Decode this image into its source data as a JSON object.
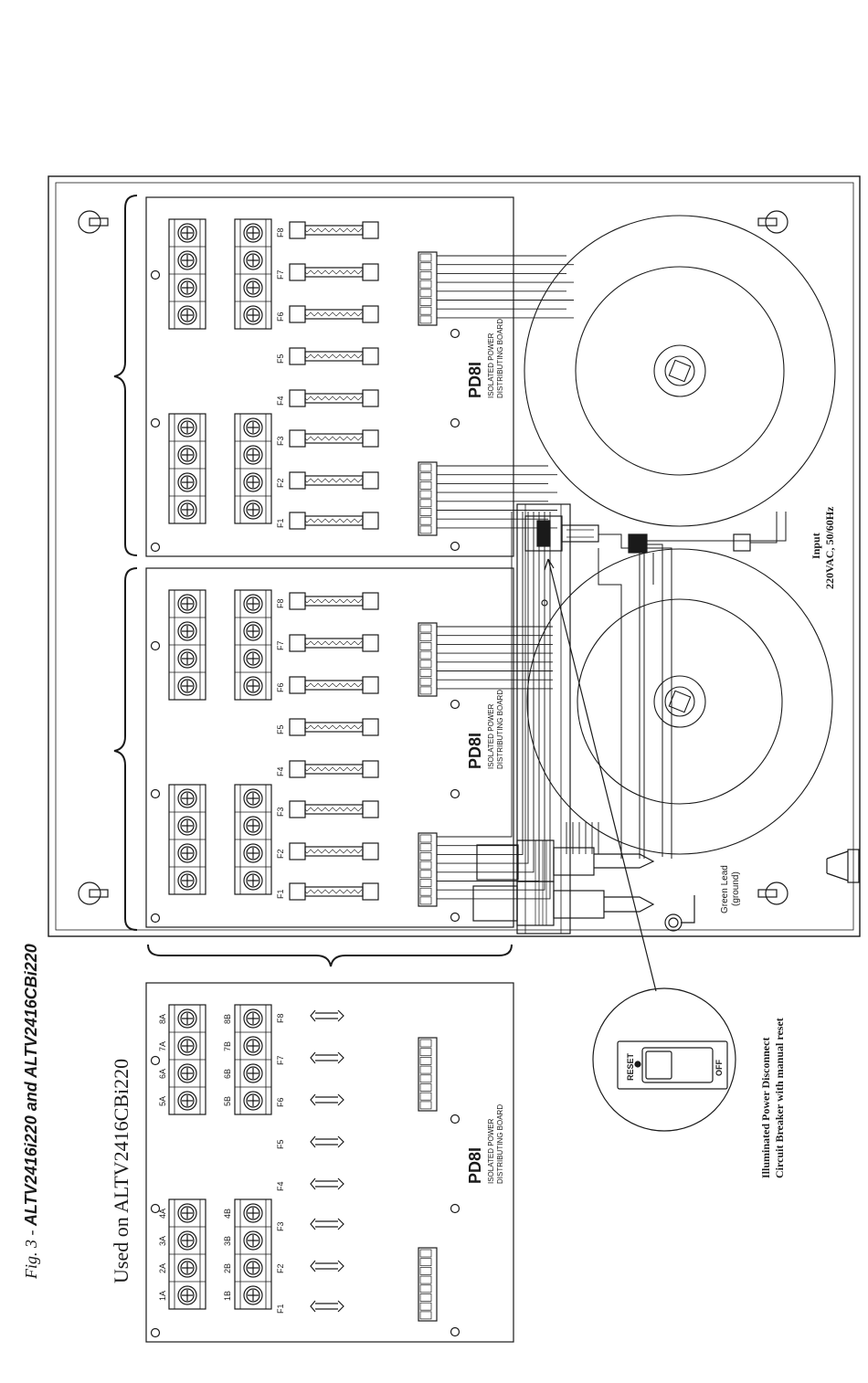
{
  "caption": {
    "prefix": "Fig. 3 - ",
    "models": "ALTV2416i220 and ALTV2416CBi220"
  },
  "used_on": "Used on ALTV2416CBi220",
  "board": {
    "name": "PD8I",
    "line1": "ISOLATED POWER",
    "line2": "DISTRIBUTING BOARD"
  },
  "fuse_labels": [
    "F1",
    "F2",
    "F3",
    "F4",
    "F5",
    "F6",
    "F7",
    "F8"
  ],
  "terminal_labels_a": [
    "1A",
    "2A",
    "3A",
    "4A",
    "5A",
    "6A",
    "7A",
    "8A"
  ],
  "terminal_labels_b": [
    "1B",
    "2B",
    "3B",
    "4B",
    "5B",
    "6B",
    "7B",
    "8B"
  ],
  "input": {
    "line1": "Input",
    "line2": "220VAC, 50/60Hz"
  },
  "ground": {
    "line1": "Green Lead",
    "line2": "(ground)"
  },
  "breaker": {
    "reset": "RESET",
    "off": "OFF",
    "line1": "Illuminated Power Disconnect",
    "line2": "Circuit Breaker with manual reset"
  }
}
